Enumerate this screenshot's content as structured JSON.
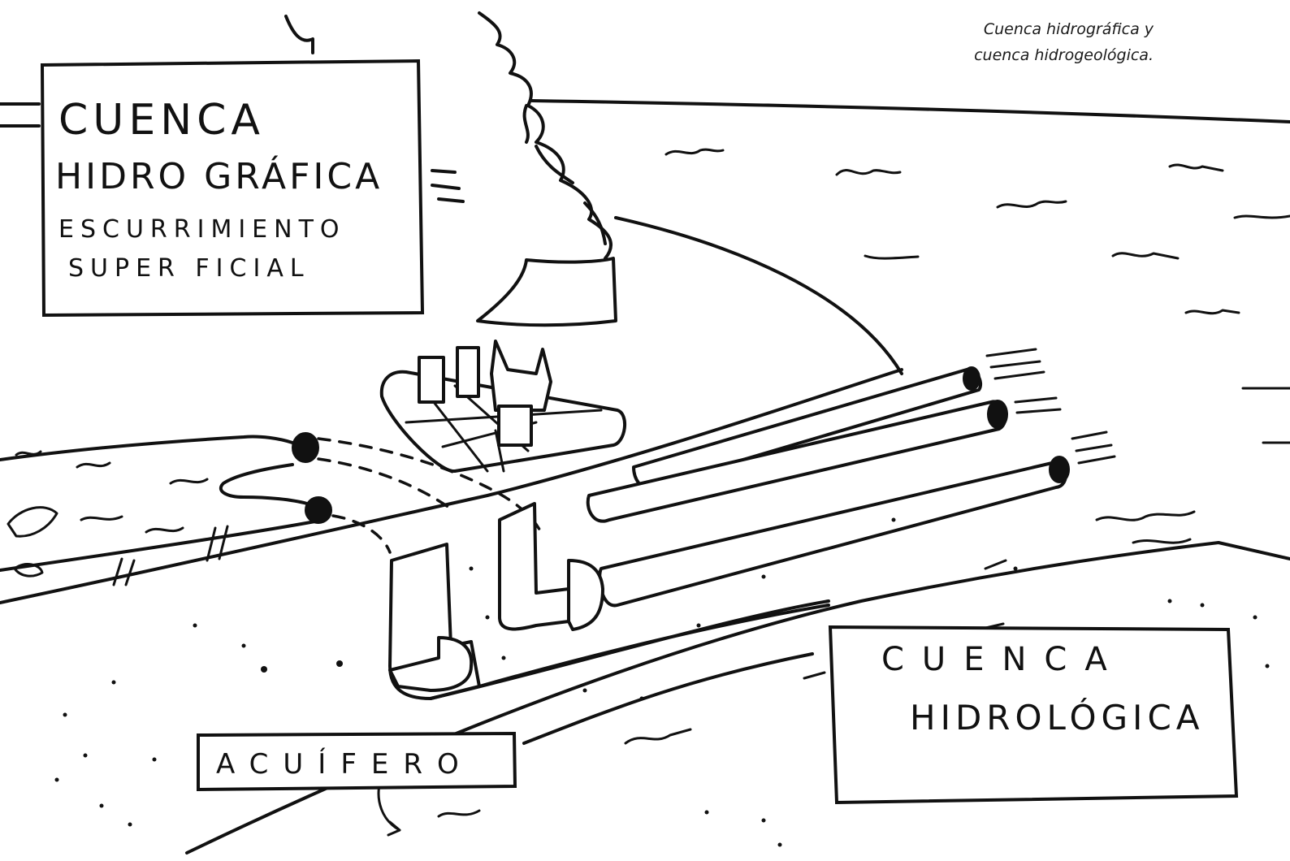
{
  "caption": {
    "line1": "Cuenca hidrográfica y",
    "line2": "cuenca hidrogeológica."
  },
  "labels": {
    "hidrografica": {
      "line1": "CUENCA",
      "line2": "HIDRO GRÁFICA",
      "line3": "ESCURRIMIENTO",
      "line4": "SUPER FICIAL"
    },
    "hidrologica": {
      "line1": "CUENCA",
      "line2": "HIDROLÓGICA"
    },
    "acuifero": "ACUÍFERO"
  },
  "colors": {
    "ink": "#111111",
    "paper": "#ffffff"
  }
}
